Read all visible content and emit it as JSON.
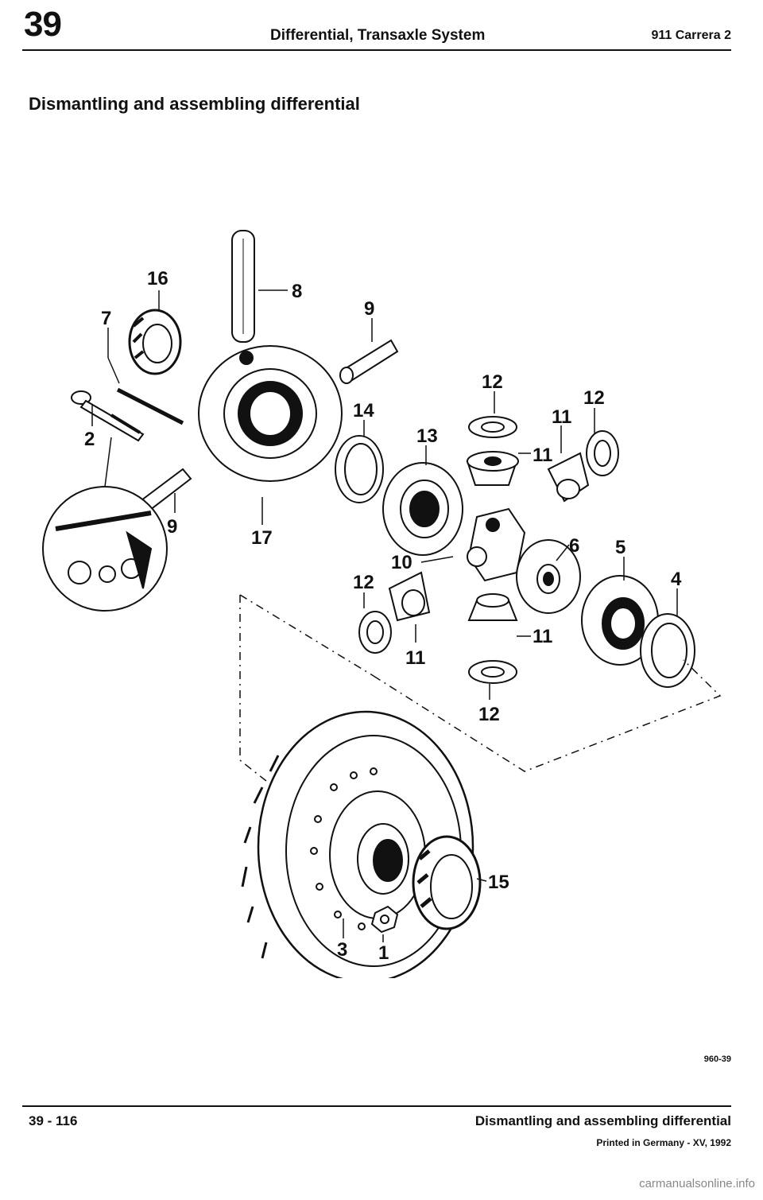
{
  "header": {
    "chapter": "39",
    "title": "Differential, Transaxle System",
    "model": "911 Carrera 2"
  },
  "page_title": "Dismantling and assembling differential",
  "diagram": {
    "callouts": [
      "16",
      "8",
      "7",
      "9",
      "2",
      "12",
      "12",
      "14",
      "11",
      "13",
      "11",
      "9",
      "17",
      "6",
      "5",
      "10",
      "12",
      "4",
      "11",
      "11",
      "12",
      "15",
      "3",
      "1"
    ]
  },
  "figure_code": "960-39",
  "footer": {
    "page_number": "39 - 116",
    "section": "Dismantling and assembling differential",
    "printed": "Printed in Germany - XV, 1992"
  },
  "watermark": "carmanualsonline.info"
}
